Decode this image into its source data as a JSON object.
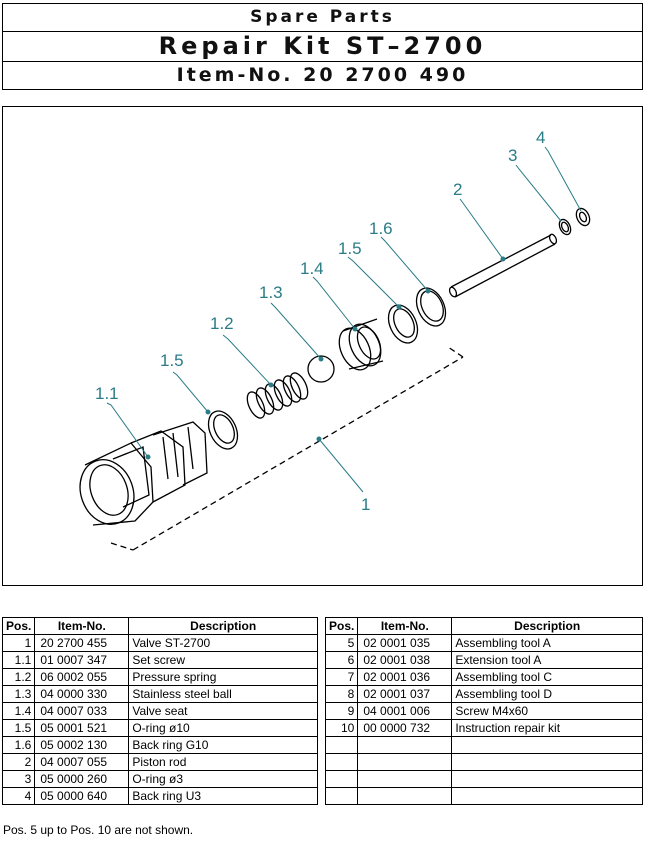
{
  "header": {
    "line1": "Spare Parts",
    "line2": "Repair Kit  ST–2700",
    "line3": "Item-No.  20  2700  490"
  },
  "drawing": {
    "callouts": [
      "1.1",
      "1.5",
      "1.2",
      "1.3",
      "1.4",
      "1.5",
      "1.6",
      "2",
      "3",
      "4",
      "1"
    ],
    "line_color": "#2a7c86"
  },
  "table_left": {
    "headers": [
      "Pos.",
      "Item-No.",
      "Description"
    ],
    "rows": [
      [
        "1",
        "20 2700 455",
        "Valve ST-2700"
      ],
      [
        "1.1",
        "01 0007 347",
        "Set screw"
      ],
      [
        "1.2",
        "06 0002 055",
        "Pressure spring"
      ],
      [
        "1.3",
        "04 0000 330",
        "Stainless steel ball"
      ],
      [
        "1.4",
        "04 0007 033",
        "Valve seat"
      ],
      [
        "1.5",
        "05 0001 521",
        "O-ring ø10"
      ],
      [
        "1.6",
        "05 0002 130",
        "Back ring G10"
      ],
      [
        "2",
        "04 0007 055",
        "Piston rod"
      ],
      [
        "3",
        "05 0000 260",
        "O-ring ø3"
      ],
      [
        "4",
        "05 0000 640",
        "Back ring U3"
      ]
    ]
  },
  "table_right": {
    "headers": [
      "Pos.",
      "Item-No.",
      "Description"
    ],
    "rows": [
      [
        "5",
        "02 0001 035",
        "Assembling tool A"
      ],
      [
        "6",
        "02 0001 038",
        "Extension tool A"
      ],
      [
        "7",
        "02 0001 036",
        "Assembling tool C"
      ],
      [
        "8",
        "02 0001 037",
        "Assembling tool D"
      ],
      [
        "9",
        "04 0001 006",
        "Screw M4x60"
      ],
      [
        "10",
        "00 0000 732",
        "Instruction repair kit"
      ],
      [
        "",
        "",
        ""
      ],
      [
        "",
        "",
        ""
      ],
      [
        "",
        "",
        ""
      ],
      [
        "",
        "",
        ""
      ]
    ]
  },
  "note": "Pos. 5 up to Pos. 10 are not shown."
}
